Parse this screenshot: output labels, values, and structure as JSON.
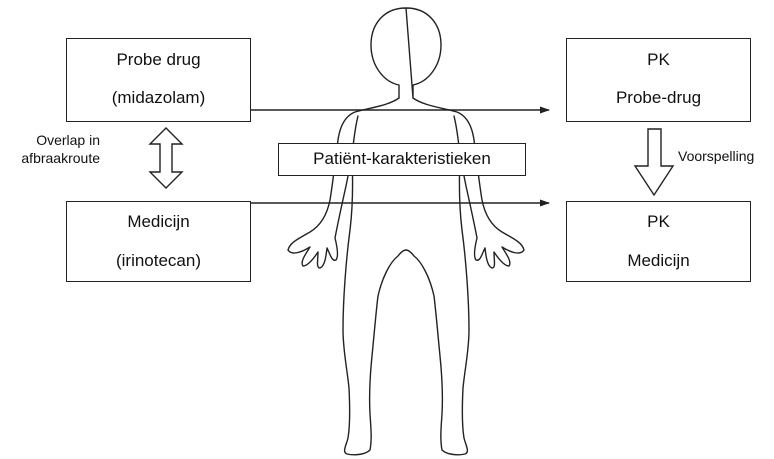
{
  "diagram": {
    "probe_box": {
      "line1": "Probe drug",
      "line2": "(midazolam)"
    },
    "medicine_box": {
      "line1": "Medicijn",
      "line2": "(irinotecan)"
    },
    "pk_probe_box": {
      "line1": "PK",
      "line2": "Probe-drug"
    },
    "pk_medicine_box": {
      "line1": "PK",
      "line2": "Medicijn"
    },
    "overlap_label": {
      "line1": "Overlap in",
      "line2": "afbraakroute"
    },
    "prediction_label": "Voorspelling",
    "patient_characteristics_label": "Patiënt-karakteristieken",
    "icons": [
      "human-body-silhouette-icon",
      "double-headed-arrow-icon",
      "down-arrow-icon"
    ],
    "colors": {
      "stroke": "#222222",
      "background": "#ffffff",
      "text": "#111111"
    }
  }
}
